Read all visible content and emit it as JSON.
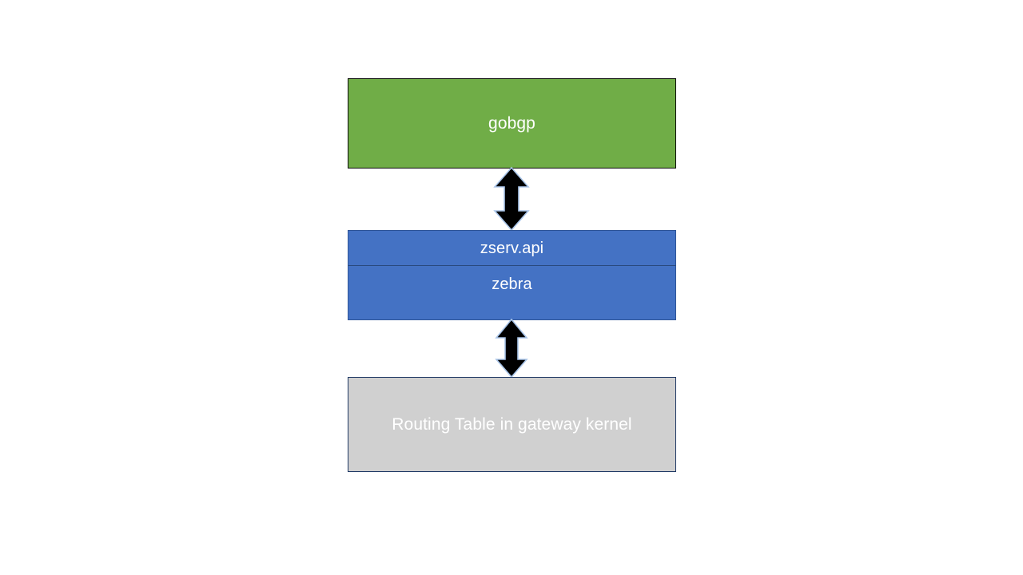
{
  "diagram": {
    "title": "gobgp zebra routing stack",
    "background_color": "#ffffff",
    "nodes": [
      {
        "id": "gobgp",
        "label": "gobgp",
        "fill": "#70AD47",
        "border": "#0a0a0a",
        "text_color": "#ffffff"
      },
      {
        "id": "zserv-api",
        "label": "zserv.api",
        "fill": "#4472C4",
        "border": "#2F5597",
        "text_color": "#ffffff"
      },
      {
        "id": "zebra",
        "label": "zebra",
        "fill": "#4472C4",
        "border": "#2F5597",
        "text_color": "#ffffff"
      },
      {
        "id": "routing-table",
        "label": "Routing Table in gateway kernel",
        "fill": "#D0D0D0",
        "border": "#1F3864",
        "text_color": "#ffffff"
      }
    ],
    "connectors": [
      {
        "id": "gobgp-to-zebra",
        "icon": "double-headed-vertical-arrow-icon",
        "from": "gobgp",
        "to": "zserv-api",
        "fill": "#000000",
        "stroke": "#A8C4E8"
      },
      {
        "id": "zebra-to-routing-table",
        "icon": "double-headed-vertical-arrow-icon",
        "from": "zebra",
        "to": "routing-table",
        "fill": "#000000",
        "stroke": "#A8C4E8"
      }
    ]
  }
}
